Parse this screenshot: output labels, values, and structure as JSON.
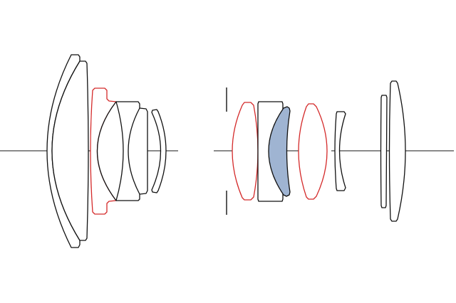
{
  "diagram": {
    "type": "lens-construction",
    "colors": {
      "normal": "#111111",
      "special": "#d42a2a",
      "highlight": "#9fb4d2",
      "axis": "#444444"
    },
    "groups": [
      {
        "name": "front-group",
        "elements": [
          "meniscus-1",
          "meniscus-2",
          "red-concave-3",
          "biconvex-4",
          "convex-5",
          "meniscus-6"
        ]
      },
      {
        "name": "middle-group",
        "elements": [
          "aperture-stop",
          "red-biconvex-7",
          "block-8",
          "blue-meniscus-9",
          "red-biconvex-10",
          "meniscus-11"
        ]
      },
      {
        "name": "rear-group",
        "elements": [
          "thin-plate-12",
          "plano-convex-13"
        ]
      }
    ]
  }
}
